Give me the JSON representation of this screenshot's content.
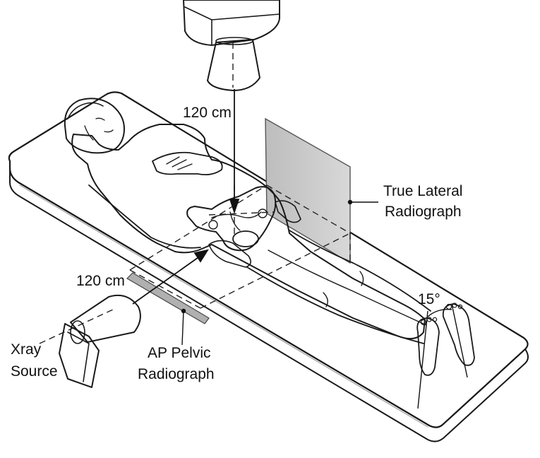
{
  "labels": {
    "distance_top": "120 cm",
    "distance_side": "120 cm",
    "true_lateral_line1": "True Lateral",
    "true_lateral_line2": "Radiograph",
    "xray_line1": "Xray",
    "xray_line2": "Source",
    "ap_line1": "AP Pelvic",
    "ap_line2": "Radiograph",
    "angle": "15°"
  }
}
